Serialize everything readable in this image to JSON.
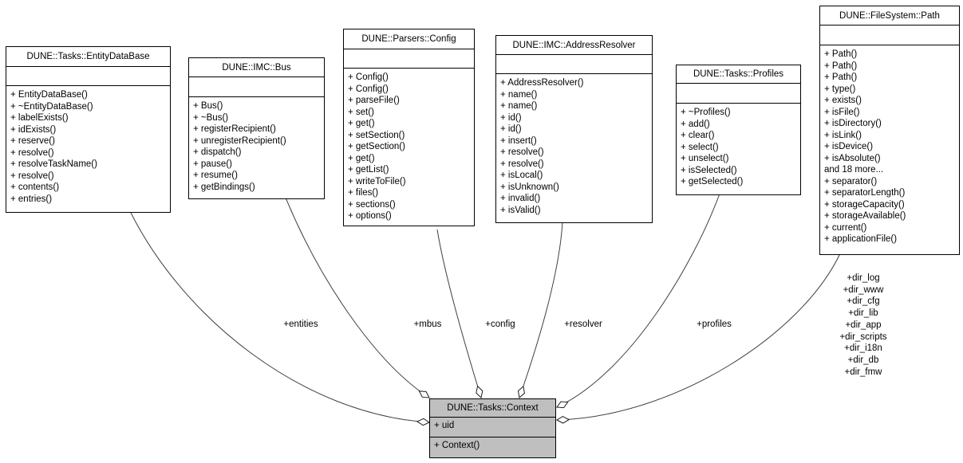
{
  "diagram": {
    "colors": {
      "node_fill": "#ffffff",
      "node_border": "#000000",
      "focus_node_fill": "#bfbfbf",
      "edge": "#404040",
      "background": "#ffffff",
      "text": "#000000"
    },
    "classes": [
      {
        "title": "DUNE::Tasks::EntityDataBase",
        "attributes": [],
        "methods": [
          "+ EntityDataBase()",
          "+ ~EntityDataBase()",
          "+ labelExists()",
          "+ idExists()",
          "+ reserve()",
          "+ resolve()",
          "+ resolveTaskName()",
          "+ resolve()",
          "+ contents()",
          "+ entries()"
        ]
      },
      {
        "title": "DUNE::IMC::Bus",
        "attributes": [],
        "methods": [
          "+ Bus()",
          "+ ~Bus()",
          "+ registerRecipient()",
          "+ unregisterRecipient()",
          "+ dispatch()",
          "+ pause()",
          "+ resume()",
          "+ getBindings()"
        ]
      },
      {
        "title": "DUNE::Parsers::Config",
        "attributes": [],
        "methods": [
          "+ Config()",
          "+ Config()",
          "+ parseFile()",
          "+ set()",
          "+ get()",
          "+ setSection()",
          "+ getSection()",
          "+ get()",
          "+ getList()",
          "+ writeToFile()",
          "+ files()",
          "+ sections()",
          "+ options()"
        ]
      },
      {
        "title": "DUNE::IMC::AddressResolver",
        "attributes": [],
        "methods": [
          "+ AddressResolver()",
          "+ name()",
          "+ name()",
          "+ id()",
          "+ id()",
          "+ insert()",
          "+ resolve()",
          "+ resolve()",
          "+ isLocal()",
          "+ isUnknown()",
          "+ invalid()",
          "+ isValid()"
        ]
      },
      {
        "title": "DUNE::Tasks::Profiles",
        "attributes": [],
        "methods": [
          "+ ~Profiles()",
          "+ add()",
          "+ clear()",
          "+ select()",
          "+ unselect()",
          "+ isSelected()",
          "+ getSelected()"
        ]
      },
      {
        "title": "DUNE::FileSystem::Path",
        "attributes": [],
        "methods": [
          "+ Path()",
          "+ Path()",
          "+ Path()",
          "+ type()",
          "+ exists()",
          "+ isFile()",
          "+ isDirectory()",
          "+ isLink()",
          "+ isDevice()",
          "+ isAbsolute()",
          "and 18 more...",
          "+ separator()",
          "+ separatorLength()",
          "+ storageCapacity()",
          "+ storageAvailable()",
          "+ current()",
          "+ applicationFile()"
        ]
      },
      {
        "title": "DUNE::Tasks::Context",
        "attributes": [
          "+ uid"
        ],
        "methods": [
          "+ Context()"
        ]
      }
    ],
    "edge_labels": [
      {
        "text": "+entities"
      },
      {
        "text": "+mbus"
      },
      {
        "text": "+config"
      },
      {
        "text": "+resolver"
      },
      {
        "text": "+profiles"
      }
    ],
    "path_edge_labels": [
      "+dir_log",
      "+dir_www",
      "+dir_cfg",
      "+dir_lib",
      "+dir_app",
      "+dir_scripts",
      "+dir_i18n",
      "+dir_db",
      "+dir_fmw"
    ]
  }
}
